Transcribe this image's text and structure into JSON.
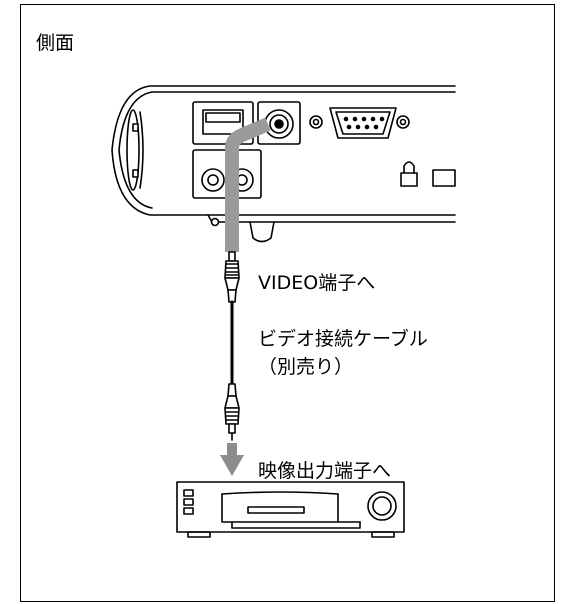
{
  "section_label": "側面",
  "labels": {
    "video_terminal": "VIDEO端子へ",
    "cable_line1": "ビデオ接続ケーブル",
    "cable_line2": "（別売り）",
    "video_output": "映像出力端子へ"
  },
  "colors": {
    "line": "#000000",
    "cable_gray": "#9a9a9a",
    "arrow_gray": "#8c8c8c",
    "background": "#ffffff"
  }
}
